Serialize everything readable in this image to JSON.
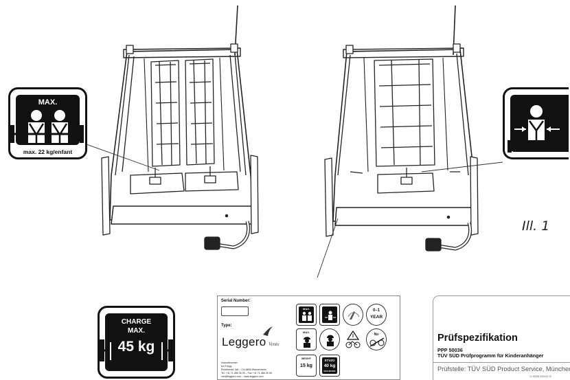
{
  "figure_label": "Ill. 1",
  "pictograms": {
    "max_children": {
      "heading": "MAX.",
      "caption": "max. 22 kg/enfant",
      "icon": "two-children-icon"
    },
    "single_child": {
      "icon": "single-child-centered-icon"
    },
    "charge": {
      "line1": "CHARGE",
      "line2": "MAX.",
      "value": "45 kg",
      "icon": "load-weight-icon"
    }
  },
  "serial_sticker": {
    "serial_label": "Serial Number:",
    "type_label": "Type:",
    "brand": "Leggero",
    "brand_sub": "Vento",
    "address_lines": [
      "Industriecenter",
      "for Erlogy",
      "Rohrbresse 3s5 – CH-8800 Wannenheim",
      "Tel. +41 71 466 35 05 – Fax +41 71 466 35 06",
      "info@leggero.com – www.leggero.com"
    ],
    "tiles": {
      "max": "MAX.",
      "age_years": "0–1",
      "age_unit": "YEAR",
      "max_small": "MAX.",
      "no": "No",
      "weight_label": "WEIGHT",
      "weight_value": "15 kg",
      "stvzo": "STVZO",
      "stvzo_value": "40 kg",
      "stvzo_sub": "MAX BRAKE"
    }
  },
  "pruef": {
    "title": "Prüfspezifikation",
    "ppp": "PPP 50036",
    "program": "TÜV SÜD Prüfprogramm für Kinderanhänger",
    "stelle": "Prüfstelle: TÜV SÜD Product Service, München",
    "code": "10 50098 0004/00 10"
  }
}
